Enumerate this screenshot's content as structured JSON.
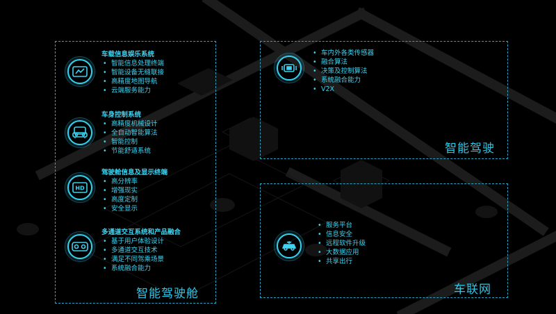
{
  "panels": {
    "cockpit": {
      "title": "智能驾驶舱",
      "sections": [
        {
          "title": "车载信息娱乐系统",
          "icon": "infotainment-icon",
          "items": [
            "智能信息处理终端",
            "智能设备无缝联接",
            "高精度地图导航",
            "云端服务能力"
          ]
        },
        {
          "title": "车身控制系统",
          "icon": "body-control-icon",
          "items": [
            "高精度机械设计",
            "全自动智能算法",
            "智能控制",
            "节能舒适系统"
          ]
        },
        {
          "title": "驾驶舱信息及显示终端",
          "icon": "hd-display-icon",
          "items": [
            "高分辨率",
            "增强现实",
            "高度定制",
            "安全显示"
          ]
        },
        {
          "title": "多通道交互系统和产品融合",
          "icon": "interaction-icon",
          "items": [
            "基于用户体验设计",
            "多通道交互技术",
            "满足不同驾乘场景",
            "系统融合能力"
          ]
        }
      ]
    },
    "driving": {
      "title": "智能驾驶",
      "icon": "sensor-car-icon",
      "items": [
        "车内外各类传感器",
        "融合算法",
        "决策及控制算法",
        "系统融合能力",
        "V2X"
      ]
    },
    "iov": {
      "title": "车联网",
      "icon": "connected-car-icon",
      "items": [
        "服务平台",
        "信息安全",
        "远程软件升级",
        "大数据应用",
        "共享出行"
      ]
    }
  },
  "icon_glyphs": {
    "hd": "HD"
  },
  "colors": {
    "accent": "#3fd3f0",
    "border": "#2aa6c4",
    "background": "#000000"
  }
}
